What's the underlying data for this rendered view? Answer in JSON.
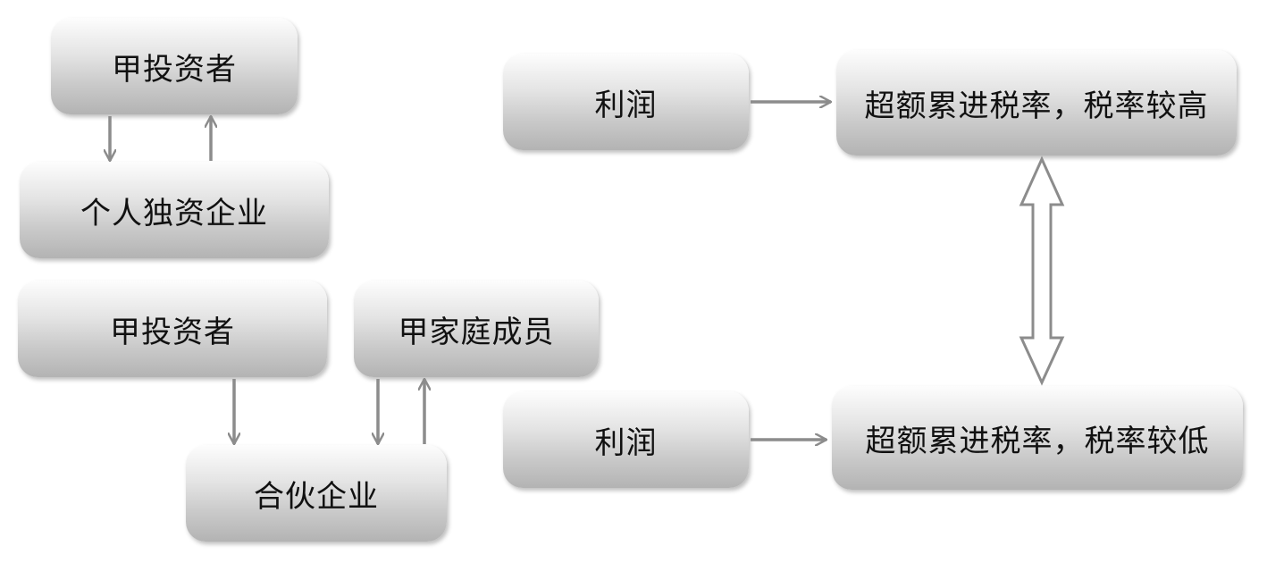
{
  "top_left": {
    "investor": "甲投资者",
    "sole_proprietorship": "个人独资企业"
  },
  "bottom_left": {
    "investor": "甲投资者",
    "family_member": "甲家庭成员",
    "partnership": "合伙企业"
  },
  "right": {
    "profit_top": "利润",
    "rate_high": "超额累进税率，税率较高",
    "profit_bottom": "利润",
    "rate_low": "超额累进税率，税率较低"
  },
  "colors": {
    "arrow": "#8c8c8c",
    "box_top": "#fdfdfd",
    "box_bottom": "#b3b3b3",
    "text": "#111111"
  }
}
